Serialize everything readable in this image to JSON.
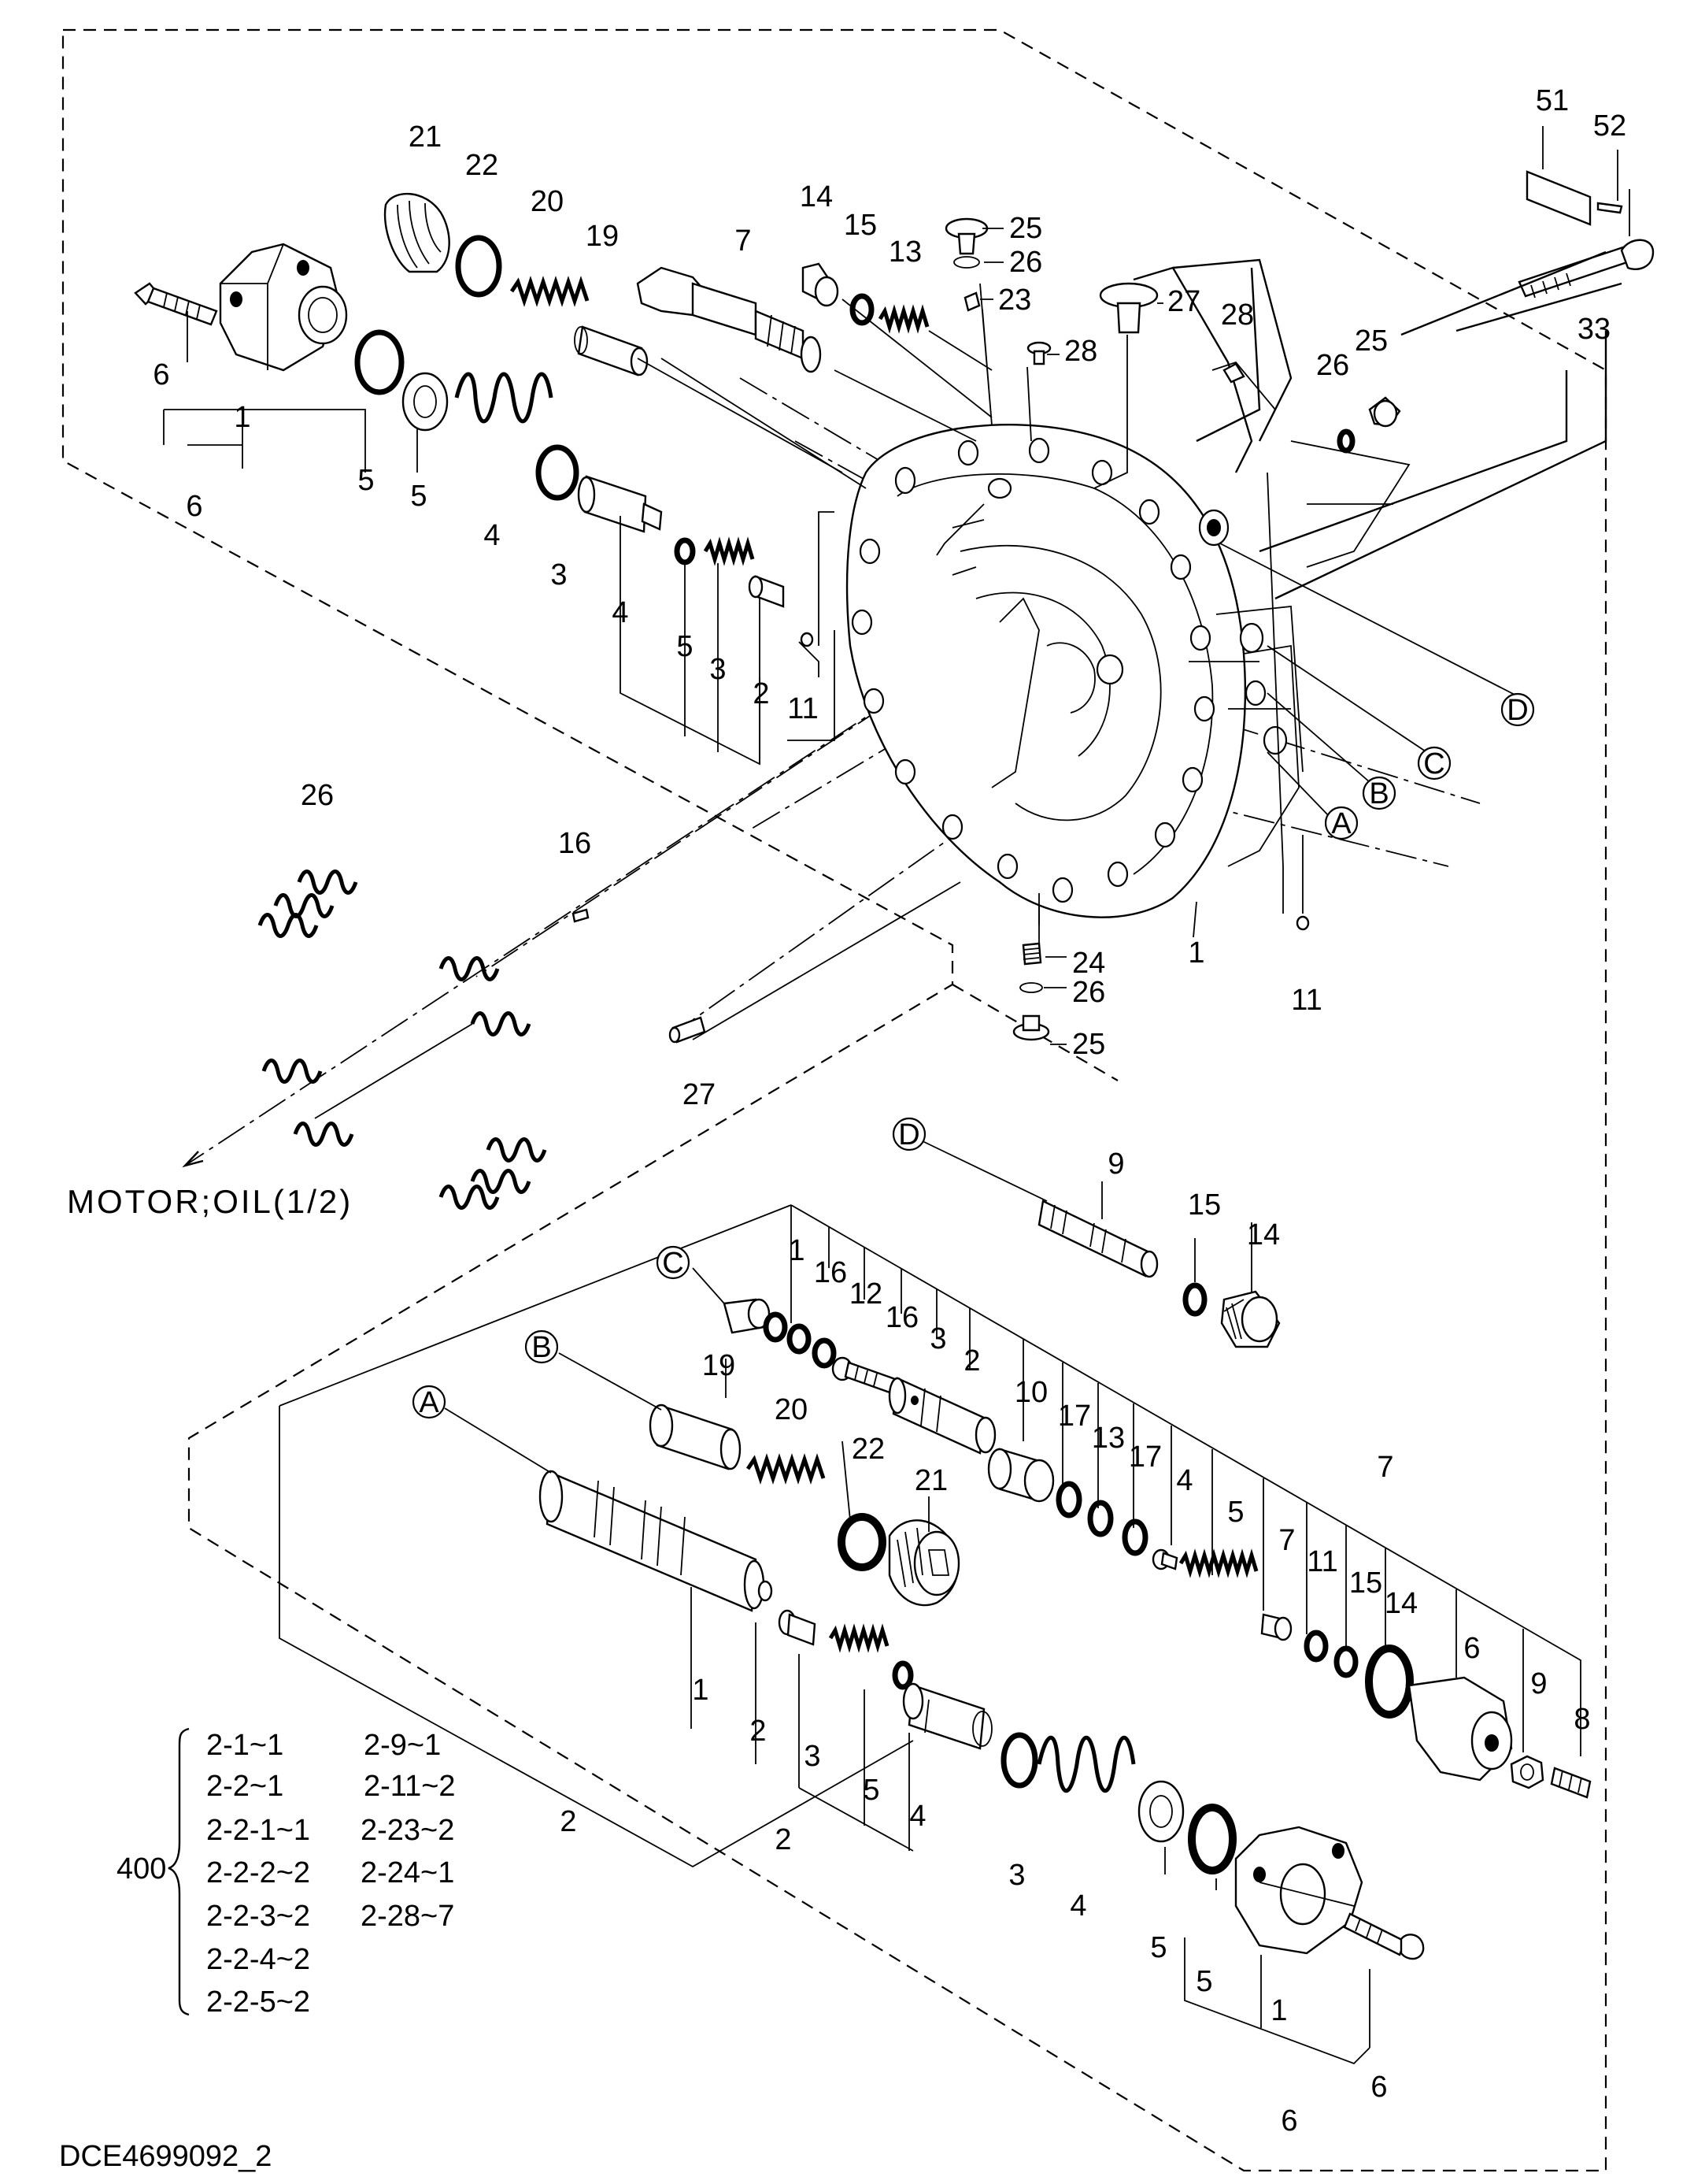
{
  "drawing_code": "DCE4699092_2",
  "motor_label": "MOTOR;OIL(1/2)",
  "kit": {
    "number": "400",
    "col1": [
      "2-1~1",
      "2-2~1",
      "2-2-1~1",
      "2-2-2~2",
      "2-2-3~2",
      "2-2-4~2",
      "2-2-5~2"
    ],
    "col2": [
      "2-9~1",
      "2-11~2",
      "2-23~2",
      "2-24~1",
      "2-28~7"
    ]
  },
  "callouts": [
    "A",
    "B",
    "C",
    "D"
  ],
  "labels": {
    "upper": {
      "p21": "21",
      "p22": "22",
      "p20": "20",
      "p19": "19",
      "p7": "7",
      "p14": "14",
      "p15": "15",
      "p13": "13",
      "p25a": "25",
      "p26a": "26",
      "p23": "23",
      "p27a": "27",
      "p28a": "28",
      "p28b": "28",
      "p51": "51",
      "p52": "52",
      "p33": "33",
      "p25b": "25",
      "p26b": "26",
      "p6a": "6",
      "p1a": "1",
      "p5a": "5",
      "p6b": "6",
      "p5b": "5",
      "p4a": "4",
      "p3a": "3",
      "p4b": "4",
      "p5c": "5",
      "p3b": "3",
      "p2a": "2",
      "p11a": "11",
      "p26c": "26",
      "p16": "16",
      "p1b": "1",
      "p24": "24",
      "p26d": "26",
      "p25c": "25",
      "p11b": "11",
      "p27b": "27"
    },
    "lower": {
      "p9a": "9",
      "p15a": "15",
      "p14a": "14",
      "p1a": "1",
      "p16a": "16",
      "p12": "12",
      "p16b": "16",
      "p3a": "3",
      "p2a": "2",
      "p10": "10",
      "p17a": "17",
      "p13": "13",
      "p17b": "17",
      "p4a": "4",
      "p5a": "5",
      "p7a": "7",
      "p11": "11",
      "p15b": "15",
      "p14b": "14",
      "p7b": "7",
      "p6a": "6",
      "p9b": "9",
      "p8": "8",
      "p19": "19",
      "p20": "20",
      "p22": "22",
      "p21": "21",
      "p1b": "1",
      "p2b": "2",
      "p3b": "3",
      "p5b": "5",
      "p4b": "4",
      "p2c": "2",
      "p2d": "2",
      "p3c": "3",
      "p4c": "4",
      "p5c": "5",
      "p5d": "5",
      "p1c": "1",
      "p6b": "6",
      "p6c": "6"
    }
  }
}
